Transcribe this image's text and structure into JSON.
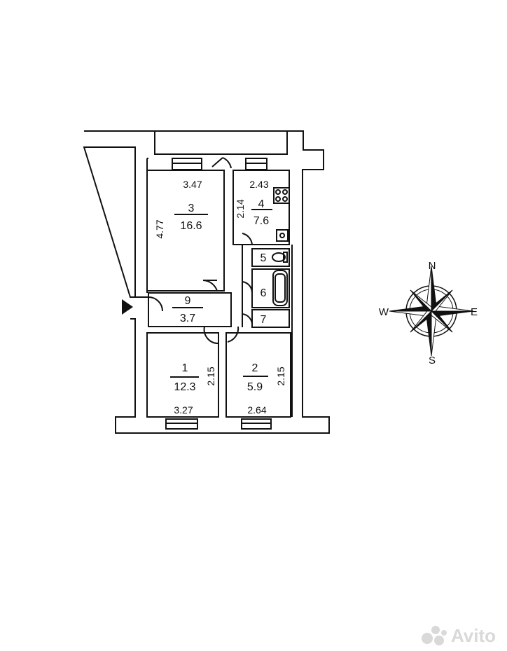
{
  "rooms": [
    {
      "num": "1",
      "area": "12.3",
      "w": "3.27",
      "h": "2.15"
    },
    {
      "num": "2",
      "area": "5.9",
      "w": "2.64",
      "h": "2.15"
    },
    {
      "num": "3",
      "area": "16.6",
      "w": "3.47",
      "h": "4.77"
    },
    {
      "num": "4",
      "area": "7.6",
      "w": "2.43",
      "h": "2.14"
    },
    {
      "num": "5"
    },
    {
      "num": "6"
    },
    {
      "num": "7"
    },
    {
      "num": "9",
      "area": "3.7"
    }
  ],
  "compass": {
    "n": "N",
    "s": "S",
    "e": "E",
    "w": "W"
  },
  "watermark": "Avito",
  "colors": {
    "line": "#111111",
    "watermark": "#d9d9d9"
  }
}
